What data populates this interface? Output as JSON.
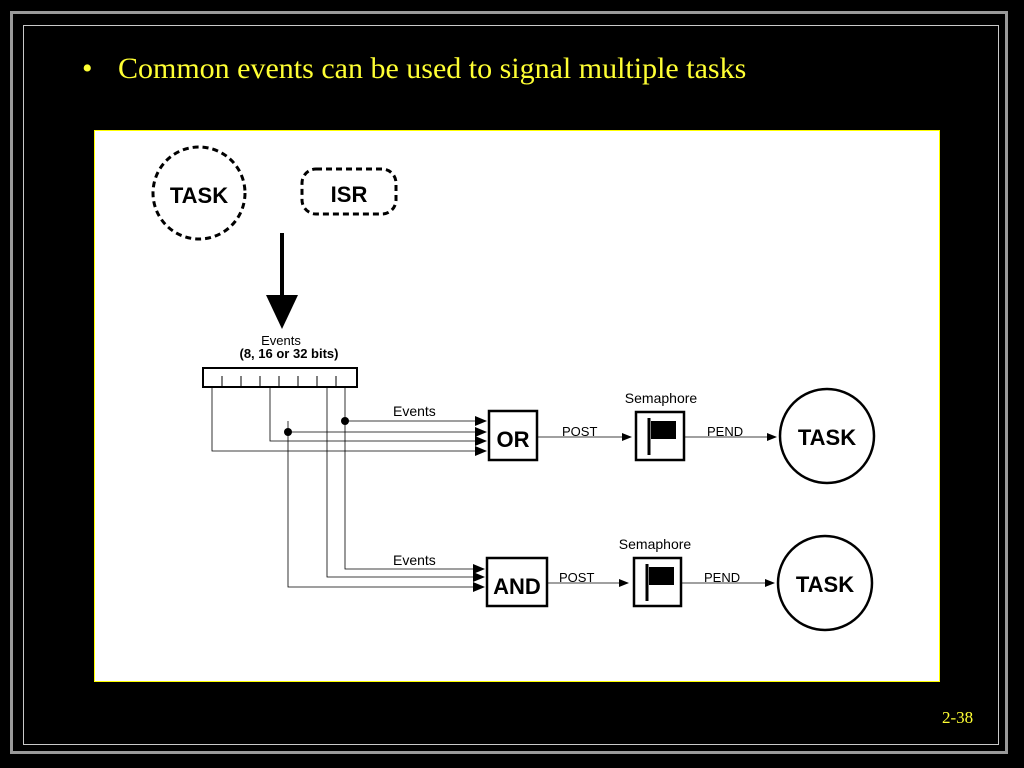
{
  "slide": {
    "bullet": "•",
    "title": "Common events can be used to signal multiple tasks",
    "page_number": "2-38"
  },
  "diagram": {
    "task_top": "TASK",
    "isr": "ISR",
    "events_group_line1": "Events",
    "events_group_line2": "(8, 16 or 32 bits)",
    "or_branch": {
      "events_label": "Events",
      "gate": "OR",
      "post": "POST",
      "semaphore": "Semaphore",
      "pend": "PEND",
      "task": "TASK"
    },
    "and_branch": {
      "events_label": "Events",
      "gate": "AND",
      "post": "POST",
      "semaphore": "Semaphore",
      "pend": "PEND",
      "task": "TASK"
    }
  }
}
